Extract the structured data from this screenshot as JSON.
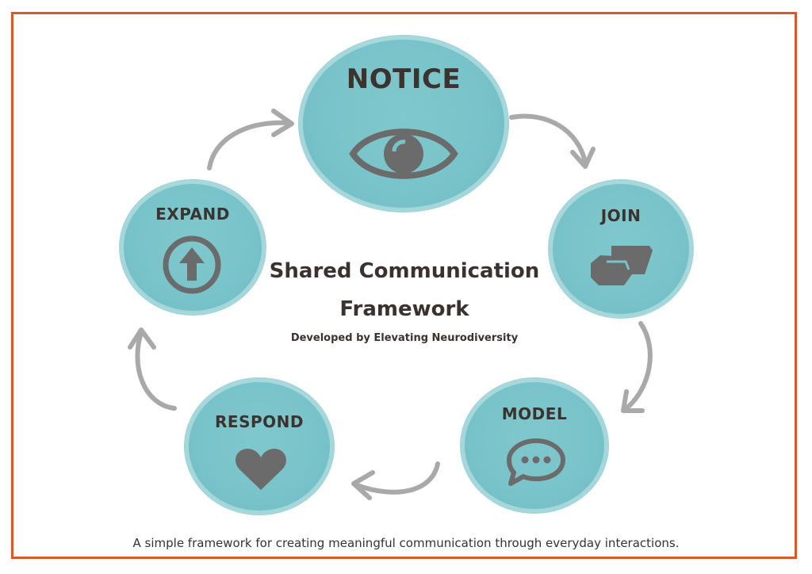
{
  "diagram": {
    "title_line1": "Shared Communication",
    "title_line2": "Framework",
    "subtitle": "Developed by Elevating Neurodiversity",
    "footer": "A simple framework for creating meaningful communication through everyday interactions.",
    "colors": {
      "border": "#d9582b",
      "node": "#78c3c9",
      "icon": "#6b6b6b",
      "arrow": "#a9a9a9",
      "text": "#3a3330"
    },
    "nodes": [
      {
        "label": "NOTICE",
        "icon": "eye-icon"
      },
      {
        "label": "JOIN",
        "icon": "handshake-icon"
      },
      {
        "label": "MODEL",
        "icon": "speech-bubble-icon"
      },
      {
        "label": "RESPOND",
        "icon": "heart-icon"
      },
      {
        "label": "EXPAND",
        "icon": "up-arrow-circle-icon"
      }
    ]
  }
}
